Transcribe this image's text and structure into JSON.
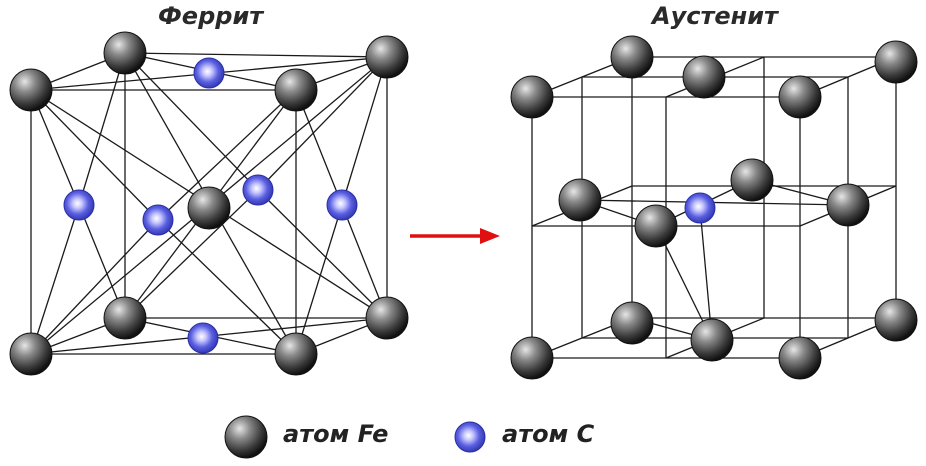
{
  "diagram": {
    "ferrite_title": "Феррит",
    "austenite_title": "Аустенит",
    "transition": "arrow-right",
    "legend": [
      {
        "atom": "Fe",
        "label": "атом Fe",
        "color": "#3a3a3a"
      },
      {
        "atom": "C",
        "label": "атом С",
        "color": "#3a3fc8"
      }
    ]
  },
  "colors": {
    "fe_atom": "#3a3a3a",
    "c_atom": "#3a3fc8",
    "arrow": "#e01010",
    "lines": "#1a1a1a"
  }
}
